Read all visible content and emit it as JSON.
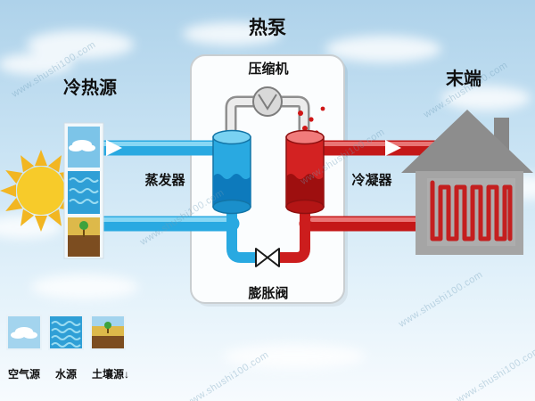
{
  "title": "热泵",
  "diagram": {
    "source_label": "冷热源",
    "terminal_label": "末端",
    "compressor_label": "压缩机",
    "evaporator_label": "蒸发器",
    "condenser_label": "冷凝器",
    "expansion_valve_label": "膨胀阀"
  },
  "legend": {
    "items": [
      {
        "name": "air-source",
        "label": "空气源"
      },
      {
        "name": "water-source",
        "label": "水源"
      },
      {
        "name": "soil-source",
        "label": "土壤源↓"
      }
    ]
  },
  "watermark": "www.shushi100.com",
  "colors": {
    "cold_loop": "#29a9e1",
    "hot_loop": "#c41818",
    "sun": "#f7c71f",
    "house": "#9a9a9a",
    "sky": "#c3ddef"
  }
}
